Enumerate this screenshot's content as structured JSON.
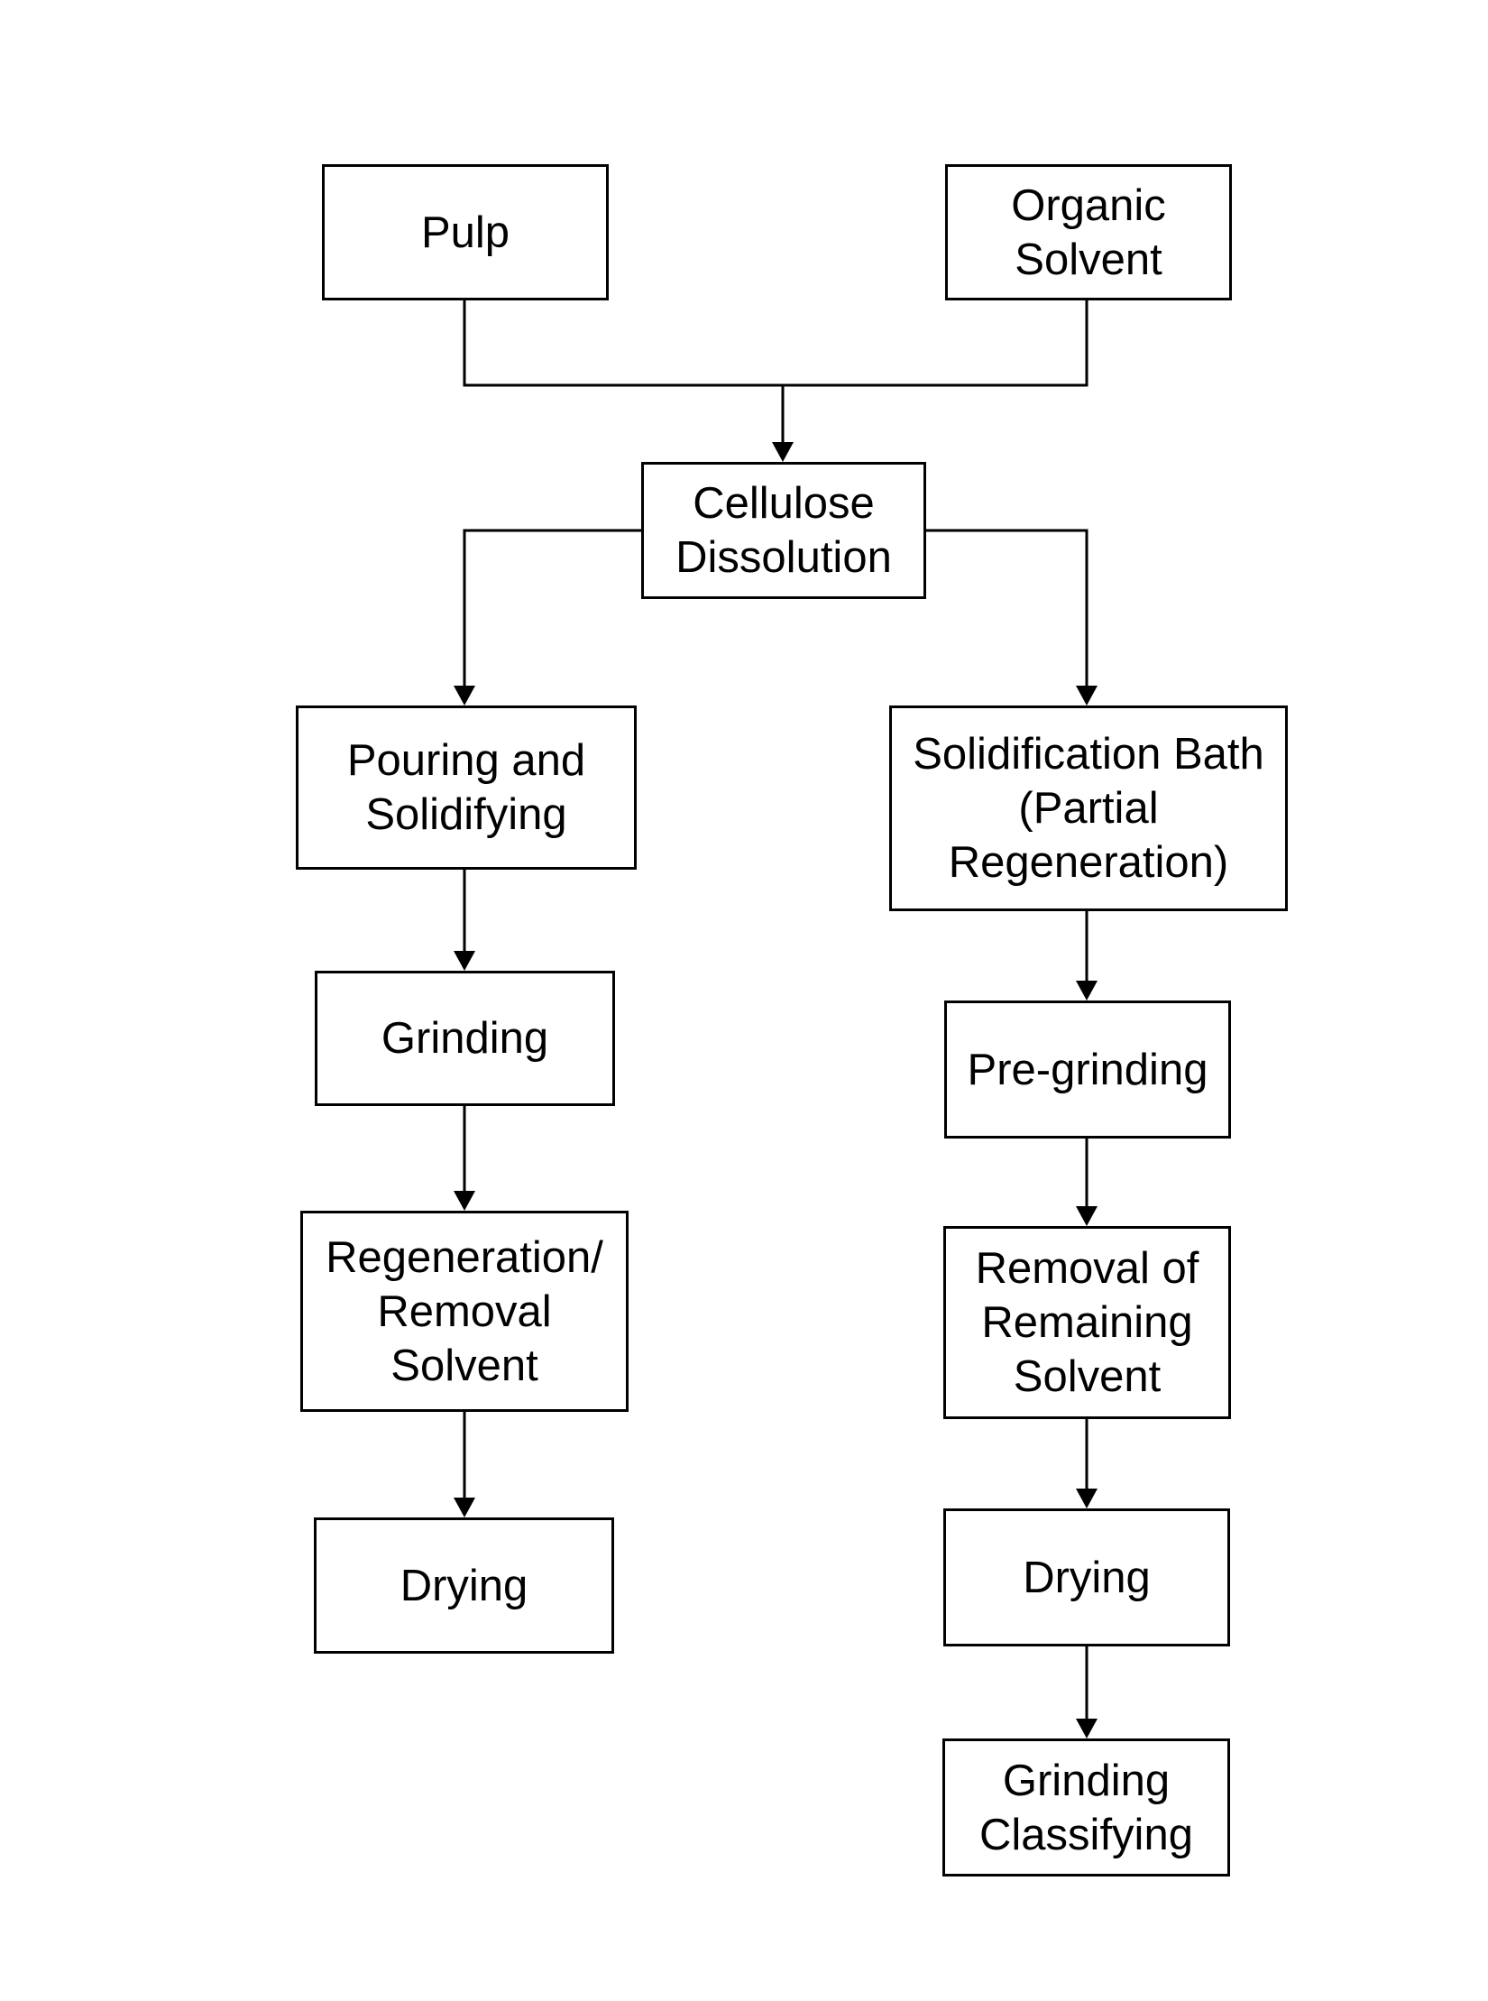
{
  "nodes": {
    "pulp": "Pulp",
    "organic_solvent": "Organic\nSolvent",
    "cellulose_dissolution": "Cellulose\nDissolution",
    "pouring_solidifying": "Pouring and\nSolidifying",
    "grinding_left": "Grinding",
    "regeneration_removal": "Regeneration/\nRemoval\nSolvent",
    "drying_left": "Drying",
    "solidification_bath": "Solidification Bath\n(Partial\nRegeneration)",
    "pre_grinding": "Pre-grinding",
    "removal_remaining": "Removal of\nRemaining\nSolvent",
    "drying_right": "Drying",
    "grinding_classifying": "Grinding\nClassifying"
  }
}
